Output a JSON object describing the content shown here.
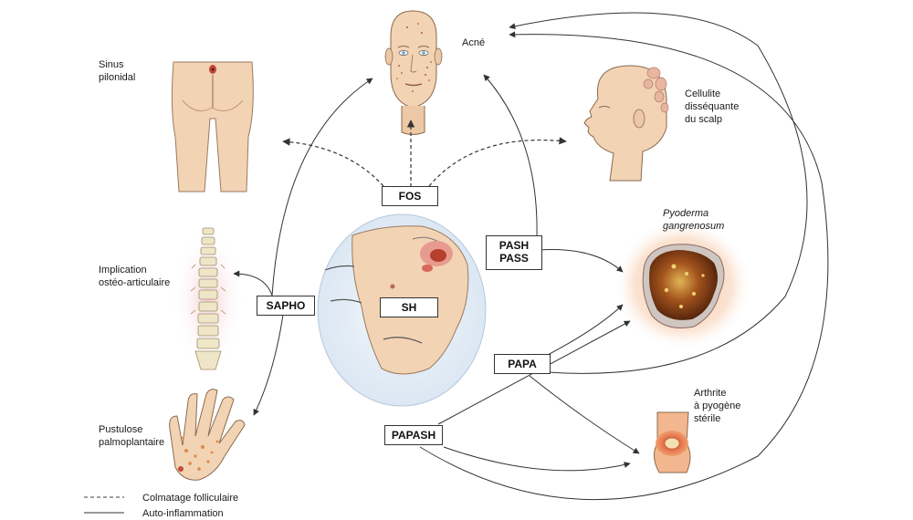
{
  "labels": {
    "acne": "Acné",
    "sinus": "Sinus\npilonidal",
    "cellulite": "Cellulite\ndisséquante\ndu scalp",
    "osteo": "Implication\nostéo-articulaire",
    "pyoderma": "Pyoderma\ngangrenosum",
    "pustulose": "Pustulose\npalmoplantaire",
    "arthrite": "Arthrite\nà pyogène\nstérile"
  },
  "boxes": {
    "fos": "FOS",
    "pash": "PASH\nPASS",
    "sapho": "SAPHO",
    "sh": "SH",
    "papa": "PAPA",
    "papash": "PAPASH"
  },
  "legend": {
    "colmatage": "Colmatage folliculaire",
    "auto": "Auto-inflammation"
  },
  "colors": {
    "skin": "#f2d3b3",
    "skin_shadow": "#e3b48f",
    "arrow": "#333333",
    "halo_blue": "#e4eef7",
    "halo_pink": "#f6cfd4",
    "wound": "#a3531c"
  }
}
